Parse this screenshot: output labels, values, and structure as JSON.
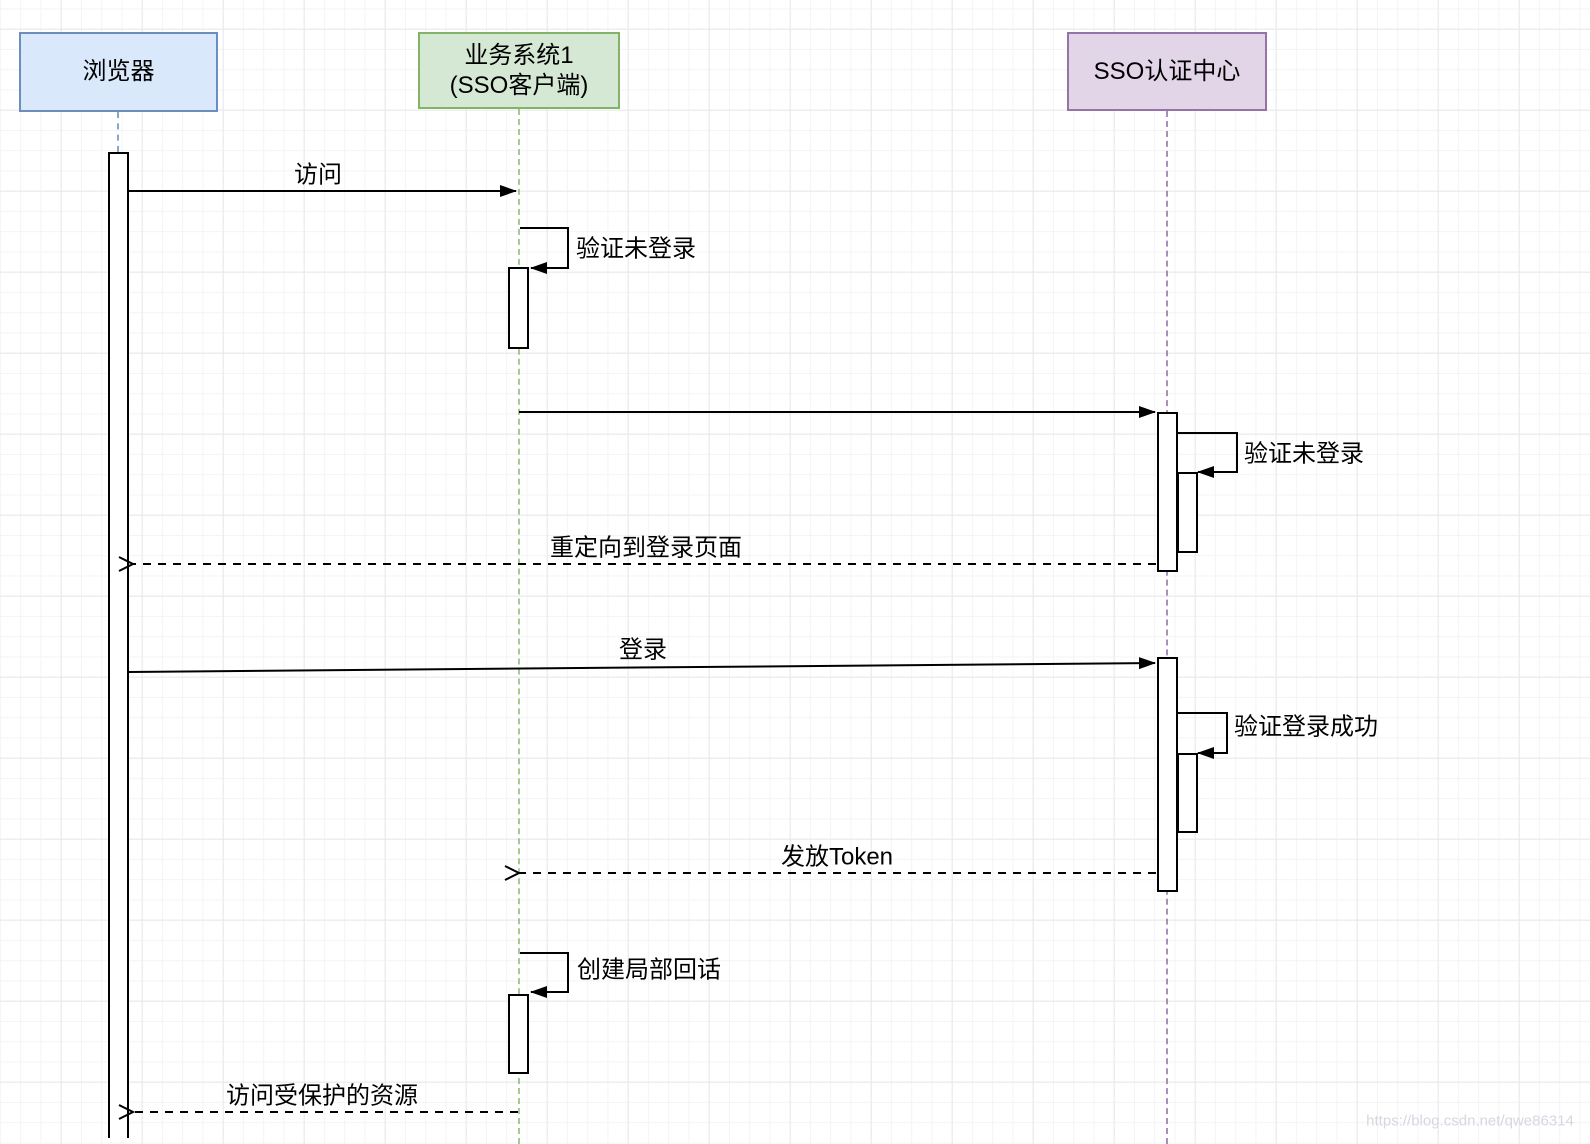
{
  "diagram": {
    "type": "uml-sequence",
    "actors": [
      {
        "id": "browser",
        "label": "浏览器",
        "fill": "#dae8fc",
        "stroke": "#6c8ebf"
      },
      {
        "id": "business-system-1",
        "label": "业务系统1\n(SSO客户端)",
        "fill": "#d5e8d4",
        "stroke": "#82b366"
      },
      {
        "id": "sso-auth-center",
        "label": "SSO认证中心",
        "fill": "#e1d5e7",
        "stroke": "#9673a6"
      }
    ],
    "messages": [
      {
        "from": "browser",
        "to": "business-system-1",
        "label": "访问",
        "line": "solid",
        "arrowhead": "filled"
      },
      {
        "from": "business-system-1",
        "to": "business-system-1",
        "label": "验证未登录",
        "line": "solid",
        "arrowhead": "filled"
      },
      {
        "from": "business-system-1",
        "to": "sso-auth-center",
        "label": "",
        "line": "solid",
        "arrowhead": "filled"
      },
      {
        "from": "sso-auth-center",
        "to": "sso-auth-center",
        "label": "验证未登录",
        "line": "solid",
        "arrowhead": "filled"
      },
      {
        "from": "sso-auth-center",
        "to": "browser",
        "label": "重定向到登录页面",
        "line": "dashed",
        "arrowhead": "open"
      },
      {
        "from": "browser",
        "to": "sso-auth-center",
        "label": "登录",
        "line": "solid",
        "arrowhead": "filled"
      },
      {
        "from": "sso-auth-center",
        "to": "sso-auth-center",
        "label": "验证登录成功",
        "line": "solid",
        "arrowhead": "filled"
      },
      {
        "from": "sso-auth-center",
        "to": "business-system-1",
        "label": "发放Token",
        "line": "dashed",
        "arrowhead": "open"
      },
      {
        "from": "business-system-1",
        "to": "business-system-1",
        "label": "创建局部回话",
        "line": "solid",
        "arrowhead": "filled"
      },
      {
        "from": "business-system-1",
        "to": "browser",
        "label": "访问受保护的资源",
        "line": "dashed",
        "arrowhead": "open"
      }
    ],
    "watermark": "https://blog.csdn.net/qwe86314"
  }
}
